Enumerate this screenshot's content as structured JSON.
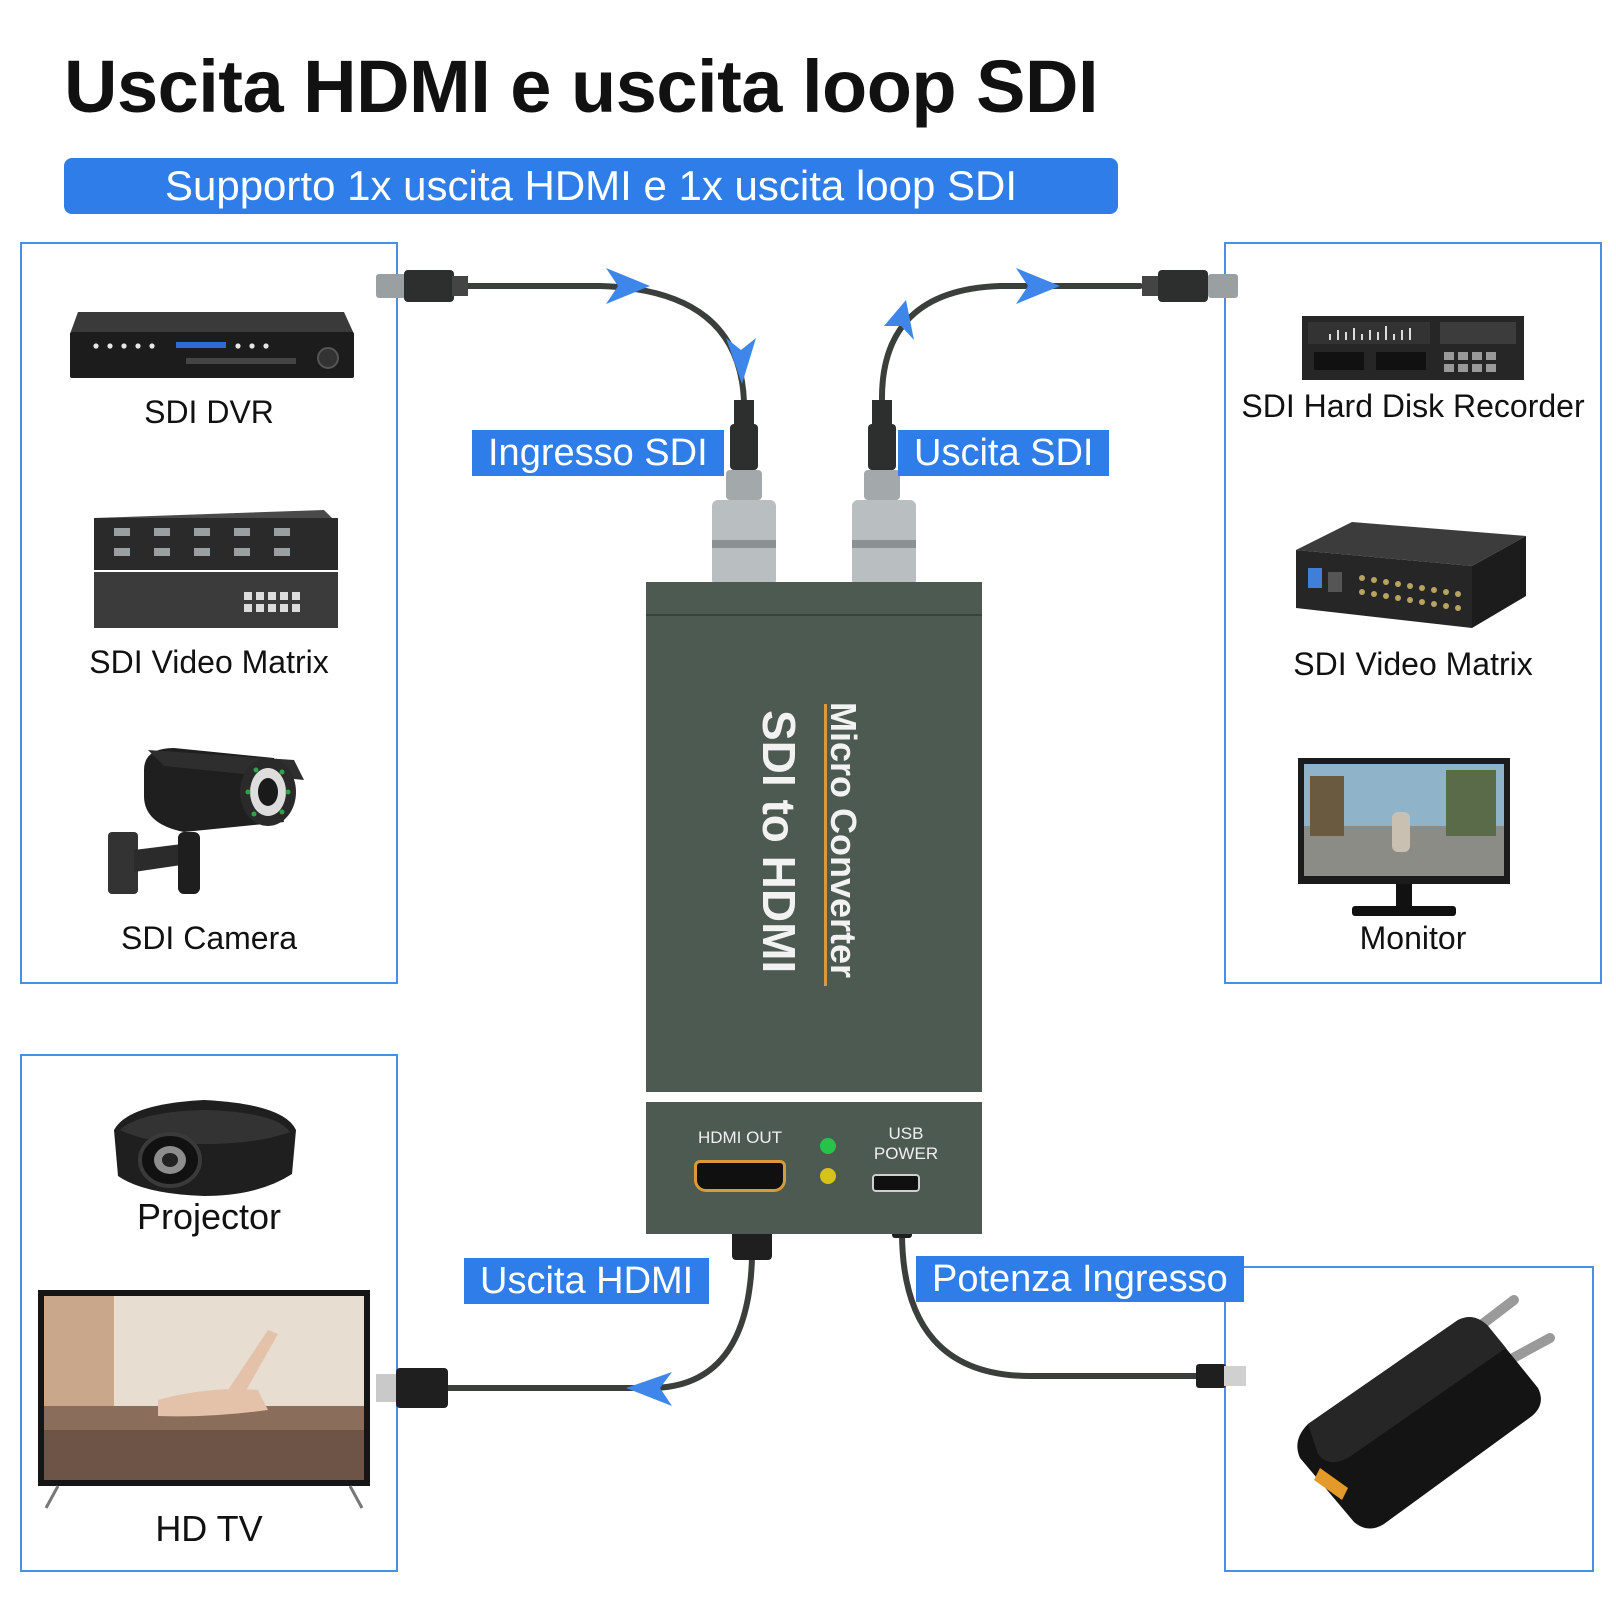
{
  "title": "Uscita HDMI e uscita loop SDI",
  "subtitle": "Supporto 1x uscita HDMI e 1x uscita loop SDI",
  "colors": {
    "accent": "#2f7de9",
    "panel_border": "#4a8fe6",
    "device_body": "#4d5a51",
    "cable": "#3a3f3c",
    "arrow": "#3f86ea",
    "led_green": "#27c24a",
    "led_yellow": "#d7c21c"
  },
  "left_input_devices": [
    {
      "label": "SDI DVR",
      "icon": "dvr-icon"
    },
    {
      "label": "SDI Video Matrix",
      "icon": "video-matrix-icon"
    },
    {
      "label": "SDI Camera",
      "icon": "security-camera-icon"
    }
  ],
  "right_output_devices": [
    {
      "label": "SDI Hard Disk Recorder",
      "icon": "hard-disk-recorder-icon"
    },
    {
      "label": "SDI Video Matrix",
      "icon": "video-matrix-icon"
    },
    {
      "label": "Monitor",
      "icon": "monitor-icon"
    }
  ],
  "hdmi_devices": [
    {
      "label": "Projector",
      "icon": "projector-icon"
    },
    {
      "label": "HD TV",
      "icon": "tv-icon"
    }
  ],
  "power_device": {
    "icon": "usb-power-adapter-icon"
  },
  "connections": {
    "sdi_in": "Ingresso SDI",
    "sdi_out": "Uscita SDI",
    "hdmi_out": "Uscita HDMI",
    "power_in": "Potenza Ingresso"
  },
  "converter": {
    "line1": "Micro Converter",
    "line2": "SDI to HDMI",
    "port_hdmi": "HDMI OUT",
    "port_usb_line1": "USB",
    "port_usb_line2": "POWER"
  }
}
